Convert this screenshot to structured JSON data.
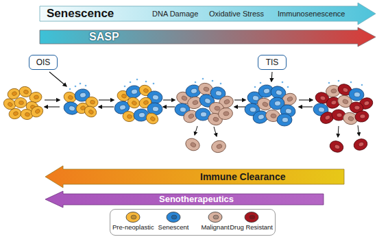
{
  "diagram": {
    "nodes": [
      {
        "text": [
          "Senescence",
          "DNA Damage",
          "Oxidative Stress",
          "Immunosenescence"
        ]
      },
      {
        "text": [
          "SASP"
        ]
      },
      {
        "text": [
          "OIS"
        ]
      },
      {
        "text": [
          "TIS"
        ]
      },
      {
        "text": [
          "Immune Clearance"
        ]
      },
      {
        "text": [
          "Senotherapeutics"
        ]
      }
    ],
    "legend": [
      {
        "text": "Pre-neoplastic",
        "color": "#f6b73c"
      },
      {
        "text": "Senescent",
        "color": "#2b86d6"
      },
      {
        "text": "Malignant",
        "color": "#d8b2a0"
      },
      {
        "text": "Drug Resistant",
        "color": "#a5161f"
      }
    ]
  }
}
